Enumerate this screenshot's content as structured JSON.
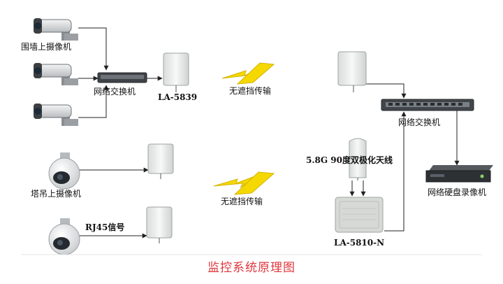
{
  "labels": {
    "wall_cameras": "围墙上摄像机",
    "switch_left": "网络交换机",
    "antenna_la5839": "LA-5839",
    "transmission_top": "无遮挡传输",
    "switch_right": "网络交换机",
    "antenna_dual": "5.8G 90度双极化天线",
    "tower_crane_camera": "塔吊上摄像机",
    "transmission_bottom": "无遮挡传输",
    "nvr": "网络硬盘录像机",
    "rj45": "RJ45信号",
    "la5810n": "LA-5810-N"
  },
  "title": "监控系统原理图",
  "colors": {
    "lightning": "#f5d800",
    "title": "#e0353c",
    "line": "#222222",
    "antenna_panel": "#f1f3f2"
  },
  "icons": {
    "camera": "bullet-camera-icon",
    "dome": "ptz-dome-camera-icon",
    "switch": "network-switch-icon",
    "antenna": "panel-antenna-icon",
    "nvr": "nvr-recorder-icon",
    "bolt": "lightning-bolt-icon"
  }
}
